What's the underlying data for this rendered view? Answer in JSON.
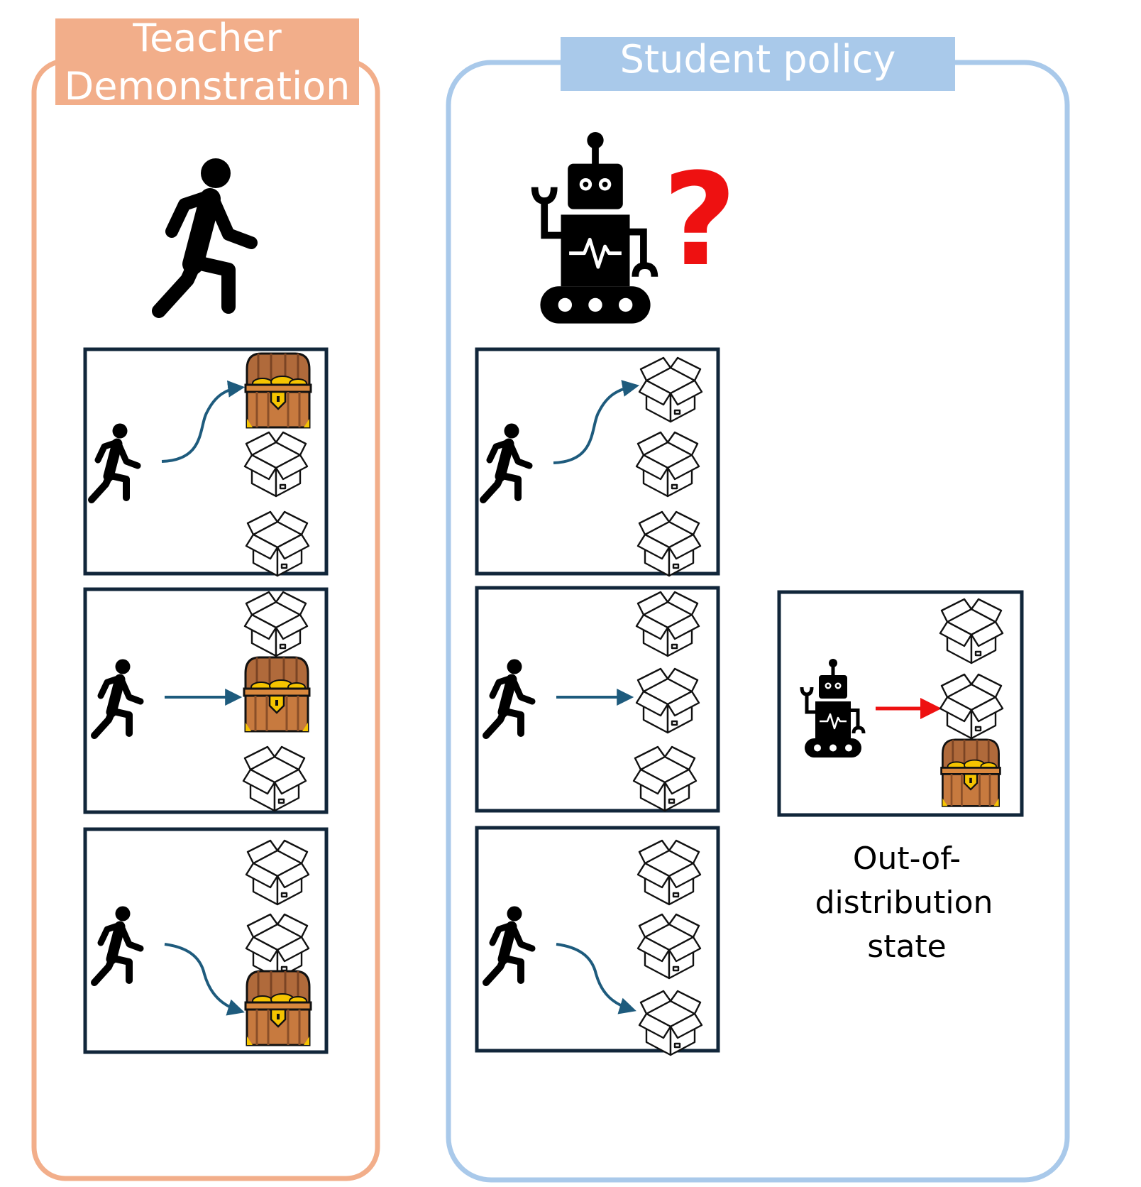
{
  "teacher_panel": {
    "title_line1": "Teacher",
    "title_line2": "Demonstration",
    "border_color": "#f2ae8a",
    "header_color": "#f2ae8a",
    "scenes": [
      {
        "target_slot": "top",
        "treasure_slot": "top"
      },
      {
        "target_slot": "middle",
        "treasure_slot": "middle"
      },
      {
        "target_slot": "bottom",
        "treasure_slot": "bottom"
      }
    ]
  },
  "student_panel": {
    "title": "Student policy",
    "border_color": "#a9c9ea",
    "header_color": "#a9c9ea",
    "robot_icon": "robot-icon",
    "question_mark": "?",
    "question_color": "#ee1111",
    "scenes": [
      {
        "target_slot": "top",
        "treasure_slot": "none"
      },
      {
        "target_slot": "middle",
        "treasure_slot": "none"
      },
      {
        "target_slot": "bottom",
        "treasure_slot": "none"
      }
    ],
    "ood_scene": {
      "target_slot": "middle",
      "treasure_slot": "bottom",
      "arrow_color": "#ee1111",
      "caption_line1": "Out-of-",
      "caption_line2": "distribution",
      "caption_line3": "state"
    }
  },
  "colors": {
    "scene_border": "#11263a",
    "arrow": "#1e5b7d",
    "icon": "#000000"
  }
}
